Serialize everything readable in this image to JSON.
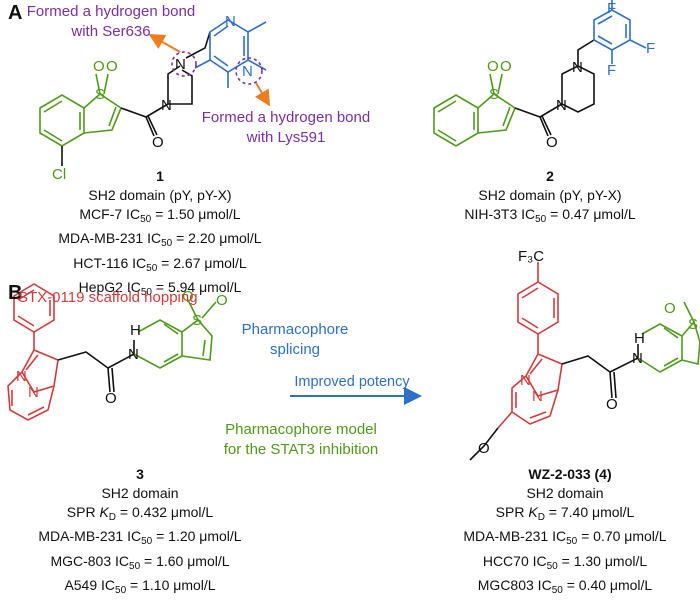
{
  "panel_a": {
    "letter": "A",
    "annotation_ser": [
      "Formed a hydrogen bond",
      "with Ser636"
    ],
    "annotation_lys": [
      "Formed a hydrogen bond",
      "with Lys591"
    ],
    "compound1": {
      "number": "1",
      "lines": [
        {
          "pre": "SH2 domain (pY, pY-X)",
          "sub": "",
          "post": ""
        },
        {
          "pre": "MCF-7 IC",
          "sub": "50",
          "post": " = 1.50 μmol/L"
        },
        {
          "pre": "MDA-MB-231 IC",
          "sub": "50",
          "post": " = 2.20 μmol/L"
        },
        {
          "pre": "HCT-116 IC",
          "sub": "50",
          "post": " = 2.67 μmol/L"
        },
        {
          "pre": "HepG2 IC",
          "sub": "50",
          "post": " = 5.94 μmol/L"
        }
      ]
    },
    "compound2": {
      "number": "2",
      "lines": [
        {
          "pre": "SH2 domain (pY, pY-X)",
          "sub": "",
          "post": ""
        },
        {
          "pre": "NIH-3T3 IC",
          "sub": "50",
          "post": " = 0.47 μmol/L"
        }
      ]
    }
  },
  "panel_b": {
    "letter": "B",
    "scaffold_hopping": "STX-0119 scaffold hopping",
    "pharmacophore_splicing": [
      "Pharmacophore",
      "splicing"
    ],
    "improved_potency": "Improved potency",
    "pharmacophore_model": [
      "Pharmacophore model",
      "for the STAT3 inhibition"
    ],
    "compound3": {
      "number": "3",
      "lines": [
        {
          "pre": "SH2 domain",
          "ital": "",
          "sub": "",
          "post": ""
        },
        {
          "pre": "SPR ",
          "ital": "K",
          "sub": "D",
          "post": " = 0.432 μmol/L"
        },
        {
          "pre": "MDA-MB-231 IC",
          "ital": "",
          "sub": "50",
          "post": " = 1.20 μmol/L"
        },
        {
          "pre": "MGC-803 IC",
          "ital": "",
          "sub": "50",
          "post": " = 1.60 μmol/L"
        },
        {
          "pre": "A549 IC",
          "ital": "",
          "sub": "50",
          "post": " = 1.10 μmol/L"
        }
      ]
    },
    "compound4": {
      "number": "WZ-2-033 (4)",
      "lines": [
        {
          "pre": "SH2 domain",
          "ital": "",
          "sub": "",
          "post": ""
        },
        {
          "pre": "SPR ",
          "ital": "K",
          "sub": "D",
          "post": " = 7.40 μmol/L"
        },
        {
          "pre": "MDA-MB-231 IC",
          "ital": "",
          "sub": "50",
          "post": " = 0.70 μmol/L"
        },
        {
          "pre": "HCC70 IC",
          "ital": "",
          "sub": "50",
          "post": " = 1.30 μmol/L"
        },
        {
          "pre": "MGC803 IC",
          "ital": "",
          "sub": "50",
          "post": " = 0.40 μmol/L"
        }
      ]
    }
  },
  "atoms": {
    "N": "N",
    "O": "O",
    "S": "S",
    "Cl": "Cl",
    "F": "F",
    "H": "H",
    "F3C": "F₃C"
  },
  "colors": {
    "purple": "#7b2fa3",
    "blue": "#2d6fc9",
    "red": "#d23b3b",
    "green": "#4e9a1a",
    "orange": "#ee7d22",
    "black": "#111111"
  }
}
